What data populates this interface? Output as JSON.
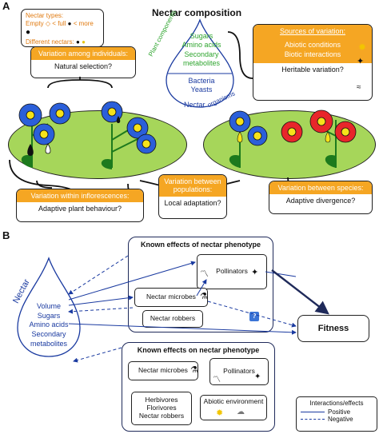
{
  "panelA": {
    "letter": "A",
    "legend": {
      "line1": "Nectar types:",
      "line2_empty": "Empty",
      "line2_lt": "< full",
      "line2_more": "< more",
      "line3": "Different nectars:"
    },
    "title": "Nectar composition",
    "drop_top_side": "Plant components",
    "drop_items_green": [
      "Sugars",
      "Amino acids",
      "Secondary metabolites"
    ],
    "drop_items_blue": [
      "Bacteria",
      "Yeasts"
    ],
    "drop_bottom_label": "Nectar",
    "drop_bottom_side": "organisms",
    "boxes": {
      "individuals": {
        "header": "Variation among individuals:",
        "body": "Natural selection?"
      },
      "sources": {
        "header": "Sources of variation:",
        "body1": "Abiotic conditions",
        "body2": "Biotic interactions",
        "body3": "Heritable variation?"
      },
      "inflorescences": {
        "header": "Variation within inflorescences:",
        "body": "Adaptive plant behaviour?"
      },
      "populations": {
        "header": "Variation between populations:",
        "body": "Local adaptation?"
      },
      "species": {
        "header": "Variation between species:",
        "body": "Adaptive divergence?"
      }
    }
  },
  "panelB": {
    "letter": "B",
    "drop_side_label": "Nectar",
    "drop_items": [
      "Volume",
      "Sugars",
      "Amino acids",
      "Secondary metabolites"
    ],
    "top_box_title": "Known effects of nectar phenotype",
    "bottom_box_title": "Known effects on nectar phenotype",
    "top_items": {
      "pollinators": "Pollinators",
      "microbes": "Nectar microbes",
      "robbers": "Nectar robbers"
    },
    "bottom_items": {
      "microbes": "Nectar microbes",
      "pollinators": "Pollinators",
      "herb": "Herbivores\nFlorivores\nNectar robbers",
      "abiotic": "Abiotic environment"
    },
    "fitness": "Fitness",
    "question": "?",
    "legend": {
      "title": "Interactions/effects",
      "positive": "Positive",
      "negative": "Negative"
    }
  },
  "colors": {
    "orange": "#f5a623",
    "green": "#a6d65a",
    "blue": "#2b5fd9",
    "red": "#e8262a",
    "navy": "#1f2a5a"
  }
}
